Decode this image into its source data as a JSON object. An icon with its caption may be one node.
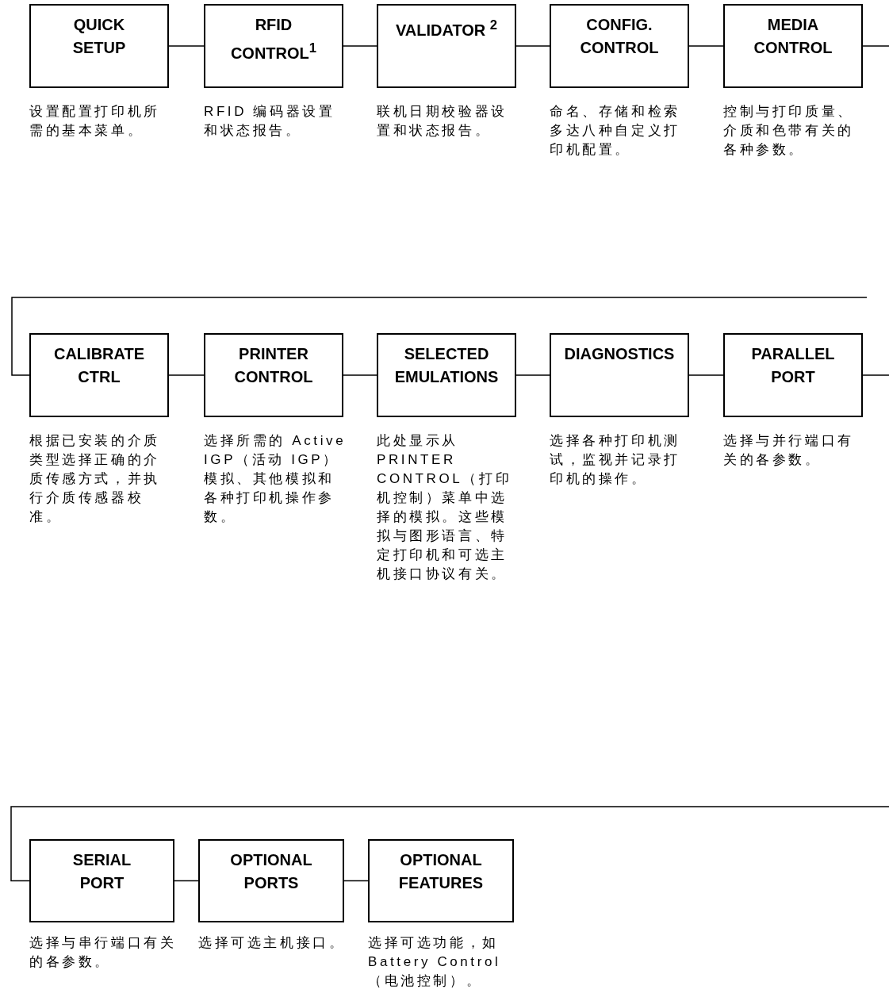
{
  "diagram": {
    "nodes": [
      {
        "text": [
          "QUICK SETUP"
        ],
        "beside": [
          "设置配置打印机所需的基本菜单。"
        ]
      },
      {
        "text": [
          "RFID CONTROL$^{1}$"
        ],
        "beside": [
          "RFID 编码器设置和状态报告。"
        ]
      },
      {
        "text": [
          "VALIDATOR $^{2}$"
        ],
        "beside": [
          "联机日期校验器设置和状态报告。"
        ]
      },
      {
        "text": [
          "CONFIG. CONTROL"
        ],
        "beside": [
          "命名、存储和检索多达八种自定义打印机配置。"
        ]
      },
      {
        "text": [
          "MEDIA CONTROL"
        ],
        "beside": [
          "控制与打印质量、介质和色带有关的各种参数。"
        ]
      },
      {
        "text": [
          "CALIBRATE CTRL"
        ],
        "beside": [
          "根据已安装的介质类型选择正确的介质传感方式，并执行介质传感器校准。"
        ]
      },
      {
        "text": [
          "PRINTER CONTROL"
        ],
        "beside": [
          "选择所需的 Active IGP（活动 IGP）模拟、其他模拟和各种打印机操作参数。"
        ]
      },
      {
        "text": [
          "SELECTED EMULATIONS"
        ],
        "beside": [
          "此处显示从 PRINTER CONTROL（打印机控制）菜单中选择的模拟。这些模拟与图形语言、特定打印机和可选主机接口协议有关。"
        ]
      },
      {
        "text": [
          "DIAGNOSTICS"
        ],
        "beside": [
          "选择各种打印机测试，监视并记录打印机的操作。"
        ]
      },
      {
        "text": [
          "PARALLEL PORT"
        ],
        "beside": [
          "选择与并行端口有关的各参数。"
        ]
      },
      {
        "text": [
          "SERIAL PORT"
        ],
        "beside": [
          "选择与串行端口有关的各参数。"
        ]
      },
      {
        "text": [
          "OPTIONAL PORTS"
        ],
        "beside": [
          "选择可选主机接口。"
        ]
      },
      {
        "text": [
          "OPTIONAL FEATURES"
        ],
        "beside": [
          "选择可选功能，如 Battery Control（电池控制）。"
        ]
      }
    ],
    "edges": [
      {
        "from": 0,
        "to": 1,
        "arrow": "none"
      },
      {
        "from": 1,
        "to": 2,
        "arrow": "none"
      },
      {
        "from": 2,
        "to": 3,
        "arrow": "none"
      },
      {
        "from": 3,
        "to": 4,
        "arrow": "none"
      },
      {
        "from": 4,
        "to": null,
        "arrow": "none"
      },
      {
        "from": null,
        "to": 5,
        "arrow": "none"
      },
      {
        "from": 5,
        "to": 6,
        "arrow": "none"
      },
      {
        "from": 6,
        "to": 7,
        "arrow": "none"
      },
      {
        "from": 7,
        "to": 8,
        "arrow": "none"
      },
      {
        "from": 8,
        "to": 9,
        "arrow": "none"
      },
      {
        "from": 9,
        "to": null,
        "arrow": "none"
      },
      {
        "from": null,
        "to": 10,
        "arrow": "none"
      },
      {
        "from": 10,
        "to": 11,
        "arrow": "none"
      },
      {
        "from": 11,
        "to": 12,
        "arrow": "none"
      }
    ]
  }
}
